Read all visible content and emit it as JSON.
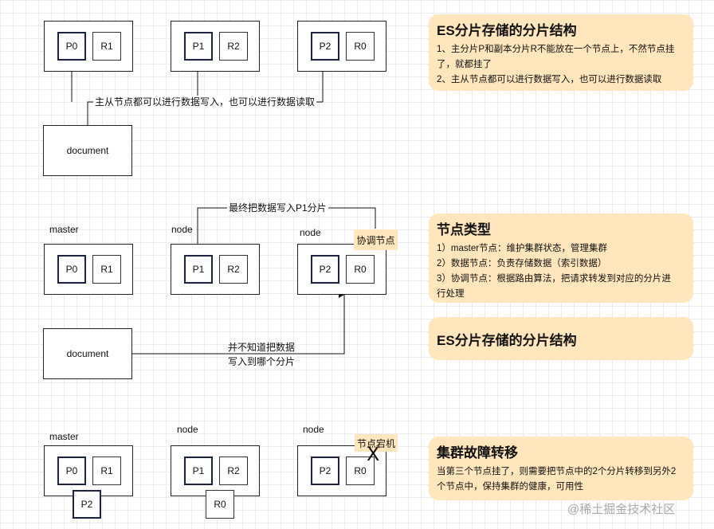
{
  "section1": {
    "nodes": [
      {
        "primary": "P0",
        "replica": "R1"
      },
      {
        "primary": "P1",
        "replica": "R2"
      },
      {
        "primary": "P2",
        "replica": "R0"
      }
    ],
    "edge_label": "主从节点都可以进行数据写入，也可以进行数据读取",
    "document_label": "document",
    "note": {
      "title": "ES分片存储的分片结构",
      "lines": [
        "1、主分片P和副本分片R不能放在一个节点上，不然节点挂",
        "了，就都挂了",
        "2、主从节点都可以进行数据写入，也可以进行数据读取"
      ]
    }
  },
  "section2": {
    "node_labels": [
      "master",
      "node",
      "node"
    ],
    "nodes": [
      {
        "primary": "P0",
        "replica": "R1"
      },
      {
        "primary": "P1",
        "replica": "R2"
      },
      {
        "primary": "P2",
        "replica": "R0"
      }
    ],
    "coordinator_tag": "协调节点",
    "final_write_label": "最终把数据写入P1分片",
    "document_label": "document",
    "unknown_label_line1": "并不知道把数据",
    "unknown_label_line2": "写入到哪个分片",
    "note": {
      "title": "节点类型",
      "lines": [
        "1）master节点：维护集群状态，管理集群",
        "2）数据节点：负责存储数据（索引数据）",
        "3）协调节点：根据路由算法，把请求转发到对应的分片进",
        "行处理"
      ]
    },
    "note2": {
      "title": "ES分片存储的分片结构"
    }
  },
  "section3": {
    "node_labels": [
      "master",
      "node",
      "node"
    ],
    "nodes": [
      {
        "primary": "P0",
        "replica": "R1"
      },
      {
        "primary": "P1",
        "replica": "R2"
      },
      {
        "primary": "P2",
        "replica": "R0"
      }
    ],
    "moved_shards": [
      "P2",
      "R0"
    ],
    "down_tag": "节点宕机",
    "down_mark": "X",
    "note": {
      "title": "集群故障转移",
      "lines": [
        "当第三个节点挂了，则需要把节点中的2个分片转移到另外2",
        "个节点中，保持集群的健康，可用性"
      ]
    }
  },
  "watermark": "@稀土掘金技术社区"
}
